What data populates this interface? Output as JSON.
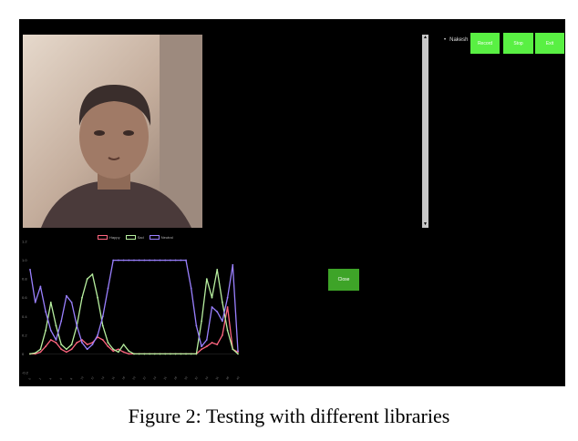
{
  "window": {
    "background": "#000000"
  },
  "webcam": {
    "alt": "webcam-face"
  },
  "legend": [
    {
      "label": "Happy",
      "color": "#ff6680"
    },
    {
      "label": "Sad",
      "color": "#b8f0a0"
    },
    {
      "label": "Neutral",
      "color": "#9a80ff"
    }
  ],
  "list": {
    "item_label": "Nakesh"
  },
  "buttons": {
    "top": [
      "Record",
      "Stop",
      "Exit"
    ],
    "middle_label": "Close",
    "color_bright": "#59f043",
    "color_dark": "#3ea428"
  },
  "scroll": {
    "up_icon": "▲",
    "down_icon": "▼"
  },
  "caption": "Figure 2: Testing with different libraries",
  "chart_data": {
    "type": "line",
    "ylim": [
      -0.2,
      1.2
    ],
    "yticks": [
      "1.2",
      "1.0",
      "0.8",
      "0.6",
      "0.4",
      "0.2",
      "0",
      "-0.2"
    ],
    "x": [
      0,
      1,
      2,
      3,
      4,
      5,
      6,
      7,
      8,
      9,
      10,
      11,
      12,
      13,
      14,
      15,
      16,
      17,
      18,
      19,
      20,
      21,
      22,
      23,
      24,
      25,
      26,
      27,
      28,
      29,
      30,
      31,
      32,
      33,
      34,
      35,
      36,
      37,
      38,
      39,
      40
    ],
    "series": [
      {
        "name": "Happy",
        "color": "#ff6680",
        "values": [
          0,
          0,
          0.02,
          0.08,
          0.15,
          0.12,
          0.05,
          0.02,
          0.05,
          0.12,
          0.15,
          0.1,
          0.12,
          0.18,
          0.15,
          0.08,
          0.03,
          0.05,
          0.02,
          0,
          0,
          0,
          0,
          0,
          0,
          0,
          0,
          0,
          0,
          0,
          0,
          0,
          0,
          0.05,
          0.08,
          0.12,
          0.1,
          0.2,
          0.5,
          0.05,
          0.02
        ]
      },
      {
        "name": "Sad",
        "color": "#b8f0a0",
        "values": [
          0,
          0.01,
          0.05,
          0.25,
          0.55,
          0.3,
          0.1,
          0.05,
          0.1,
          0.3,
          0.6,
          0.8,
          0.85,
          0.6,
          0.3,
          0.12,
          0.05,
          0.02,
          0.1,
          0.03,
          0,
          0,
          0,
          0,
          0,
          0,
          0,
          0,
          0,
          0,
          0,
          0,
          0,
          0.35,
          0.8,
          0.6,
          0.9,
          0.55,
          0.25,
          0.05,
          0
        ]
      },
      {
        "name": "Neutral",
        "color": "#9a80ff",
        "values": [
          0.9,
          0.55,
          0.72,
          0.45,
          0.25,
          0.15,
          0.35,
          0.62,
          0.55,
          0.3,
          0.12,
          0.05,
          0.1,
          0.2,
          0.4,
          0.7,
          1.0,
          1.0,
          1.0,
          1.0,
          1.0,
          1.0,
          1.0,
          1.0,
          1.0,
          1.0,
          1.0,
          1.0,
          1.0,
          1.0,
          1.0,
          0.7,
          0.3,
          0.08,
          0.15,
          0.5,
          0.45,
          0.35,
          0.6,
          0.95,
          0.03
        ]
      }
    ]
  }
}
